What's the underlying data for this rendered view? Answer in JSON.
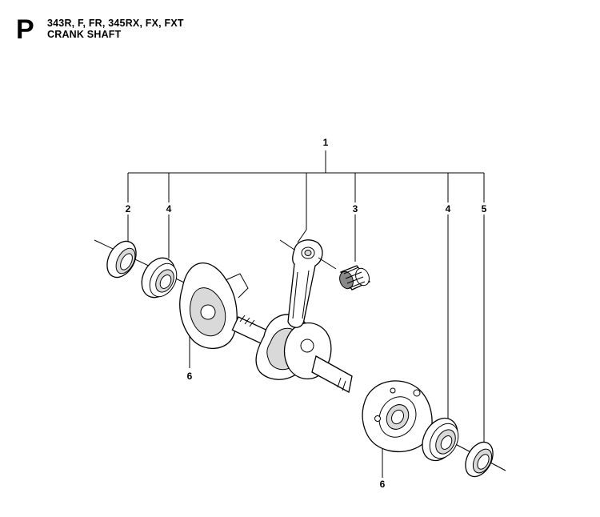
{
  "header": {
    "section_letter": "P",
    "models": "343R, F, FR, 345RX, FX, FXT",
    "title": "CRANK SHAFT"
  },
  "callouts": {
    "c1": "1",
    "c2": "2",
    "c4_left": "4",
    "c3": "3",
    "c4_right": "4",
    "c5": "5",
    "c6_left": "6",
    "c6_right": "6"
  },
  "parts": {
    "crankshaft_assembly": "crankshaft-icon",
    "connecting_rod": "connecting-rod-icon",
    "needle_bearing": "needle-bearing-icon",
    "ball_bearing": "ball-bearing-icon",
    "seal_ring": "seal-ring-icon",
    "flywheel_half": "crank-web-icon"
  }
}
